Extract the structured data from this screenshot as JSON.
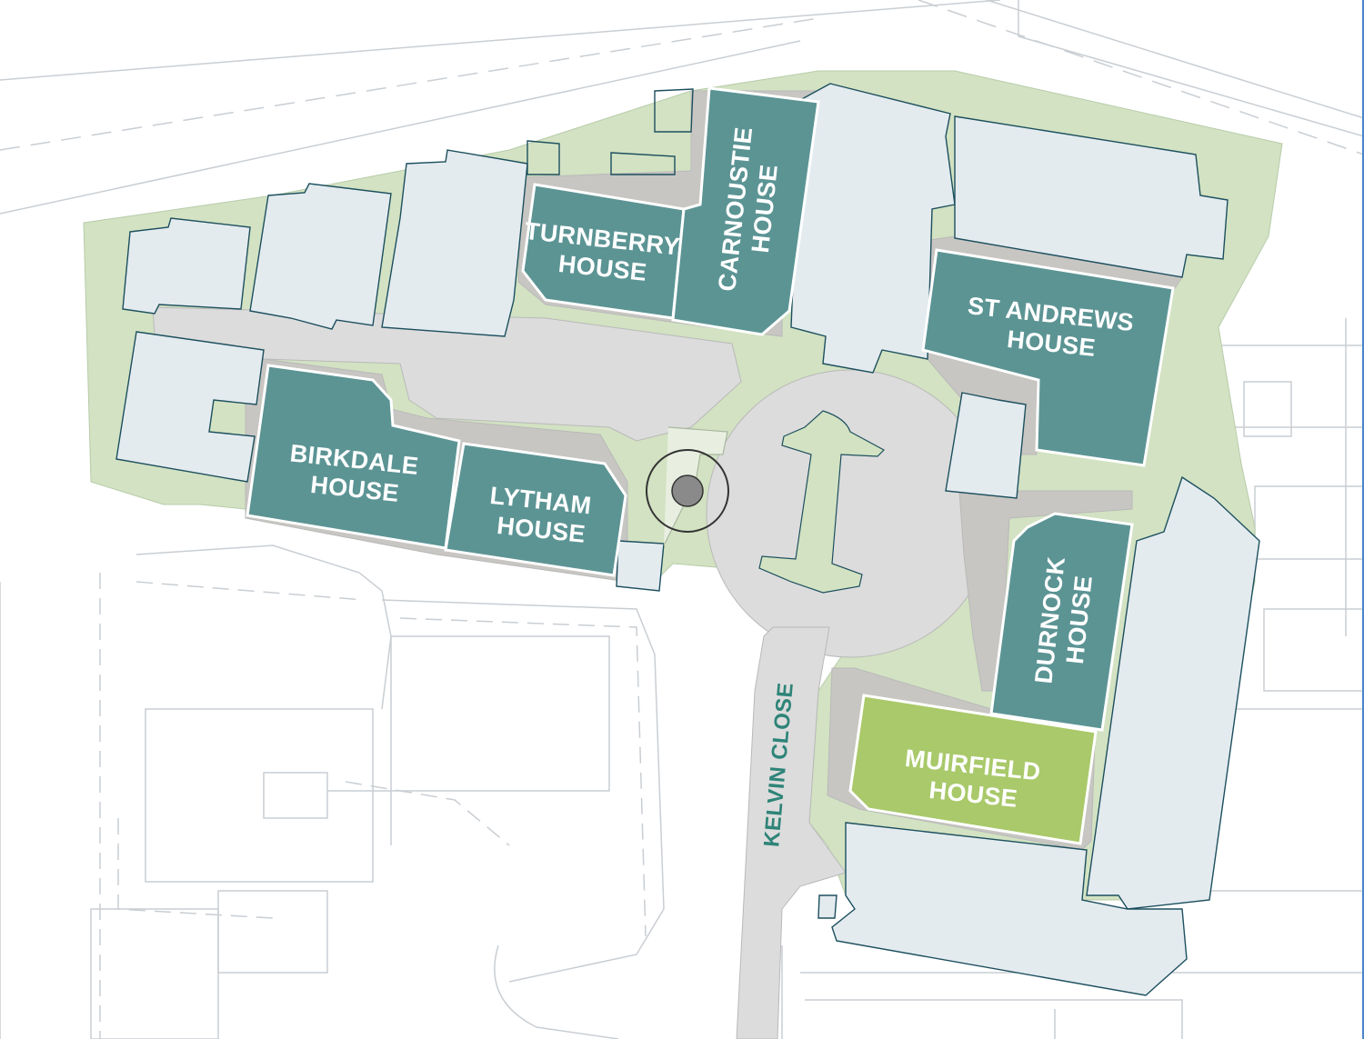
{
  "map": {
    "colors": {
      "background": "#ffffff",
      "outline": "#c9ced3",
      "green_space": "#d2e2c2",
      "paving": "#dcdcdc",
      "paving_dark": "#c8c6c2",
      "other_building": "#e3ebef",
      "building_outline": "#1d4f5e",
      "feature_building": "#5c9494",
      "highlight_building": "#a9c96a",
      "street_label": "#2e8478"
    },
    "buildings": {
      "turnberry": {
        "line1": "TURNBERRY",
        "line2": "HOUSE"
      },
      "carnoustie": {
        "line1": "CARNOUSTIE",
        "line2": "HOUSE"
      },
      "st_andrews": {
        "line1": "ST ANDREWS",
        "line2": "HOUSE"
      },
      "birkdale": {
        "line1": "BIRKDALE",
        "line2": "HOUSE"
      },
      "lytham": {
        "line1": "LYTHAM",
        "line2": "HOUSE"
      },
      "durnock": {
        "line1": "DURNOCK",
        "line2": "HOUSE"
      },
      "muirfield": {
        "line1": "MUIRFIELD",
        "line2": "HOUSE",
        "highlighted": true
      }
    },
    "streets": {
      "kelvin_close": "KELVIN CLOSE"
    }
  }
}
